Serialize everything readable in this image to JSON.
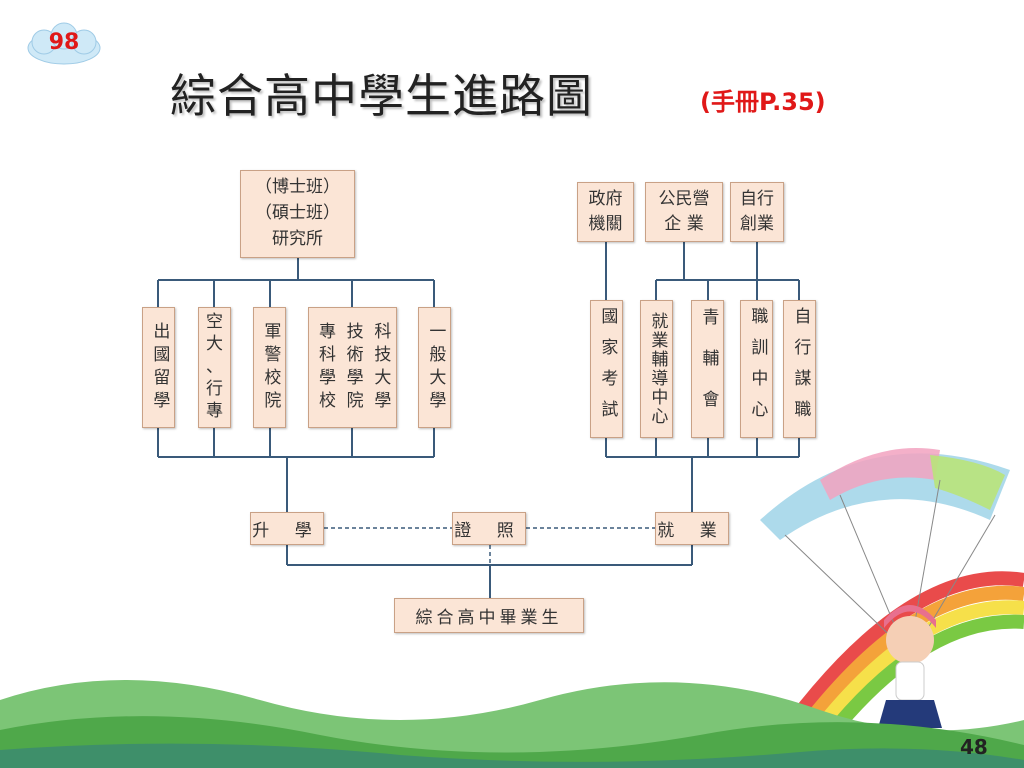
{
  "badge": "98",
  "title": "綜合高中學生進路圖",
  "subtitle": "(手冊P.35)",
  "page_number": "48",
  "colors": {
    "box_fill": "#fbe5d6",
    "box_border": "#c9a186",
    "line": "#3a5a7a",
    "subtitle": "#e01818"
  },
  "nodes": {
    "grad": [
      "（博士班）",
      "（碩士班）",
      "研究所"
    ],
    "study_abroad": "出國留學",
    "open_univ": [
      "空",
      "大",
      "、",
      "行",
      "專"
    ],
    "military": "軍警校院",
    "tech": {
      "col1": "專科學校",
      "col2": "技術學院",
      "col3": "科技大學"
    },
    "general_univ": "一般大學",
    "gov": [
      "政府",
      "機關"
    ],
    "enterprise": [
      "公民營",
      "企 業"
    ],
    "self_start": [
      "自行",
      "創業"
    ],
    "national_exam": "國家考試",
    "employment_center": "就業輔導中心",
    "youth_counsel": "青輔會",
    "vocational_center": "職訓中心",
    "self_job": "自行謀職",
    "further_study": "升 學",
    "license": "證 照",
    "employment": "就 業",
    "graduate": "綜合高中畢業生"
  }
}
